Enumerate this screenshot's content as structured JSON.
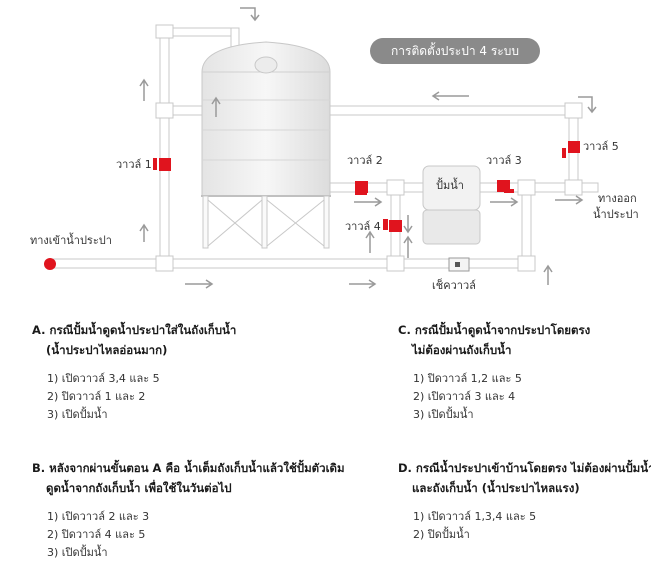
{
  "badge": "การติดตั้งประปา 4 ระบบ",
  "labels": {
    "valve1": "วาวล์ 1",
    "valve2": "วาวล์ 2",
    "valve3": "วาวล์ 3",
    "valve4": "วาวล์ 4",
    "valve5": "วาวล์ 5",
    "pump": "ปั้มน้ำ",
    "inlet": "ทางเข้าน้ำประปา",
    "outlet_line1": "ทางออก",
    "outlet_line2": "น้ำประปา",
    "check_valve": "เช็ควาวล์"
  },
  "colors": {
    "pipe": "#c8c8c8",
    "valve": "#e0141e",
    "badge": "#8a8a8a",
    "arrow": "#9a9a9a"
  },
  "sections": [
    {
      "mark": "A.",
      "title_lines": [
        "กรณีปั้มน้ำดูดน้ำประปาใส่ในถังเก็บน้ำ",
        "(น้ำประปาไหลอ่อนมาก)"
      ],
      "steps": [
        "1) เปิดวาวล์ 3,4 และ 5",
        "2) ปิดวาวล์ 1 และ 2",
        "3) เปิดปั้มน้ำ"
      ]
    },
    {
      "mark": "B.",
      "title_lines": [
        "หลังจากผ่านขั้นตอน A คือ น้ำเต็มถังเก็บน้ำแล้วใช้ปั้มตัวเดิม",
        "ดูดน้ำจากถังเก็บน้ำ เพื่อใช้ในวันต่อไป"
      ],
      "steps": [
        "1) เปิดวาวล์ 2 และ 3",
        "2) ปิดวาวล์ 4 และ 5",
        "3) เปิดปั้มน้ำ"
      ]
    },
    {
      "mark": "C.",
      "title_lines": [
        "กรณีปั้มน้ำดูดน้ำจากประปาโดยตรง",
        "ไม่ต้องผ่านถังเก็บน้ำ"
      ],
      "steps": [
        "1) ปิดวาวล์ 1,2 และ 5",
        "2) เปิดวาวล์ 3 และ 4",
        "3) เปิดปั้มน้ำ"
      ]
    },
    {
      "mark": "D.",
      "title_lines": [
        "กรณีน้ำประปาเข้าบ้านโดยตรง ไม่ต้องผ่านปั้มน้ำ",
        "และถังเก็บน้ำ (น้ำประปาไหลแรง)"
      ],
      "steps": [
        "1) เปิดวาวล์ 1,3,4 และ 5",
        "2) ปิดปั้มน้ำ"
      ]
    }
  ]
}
